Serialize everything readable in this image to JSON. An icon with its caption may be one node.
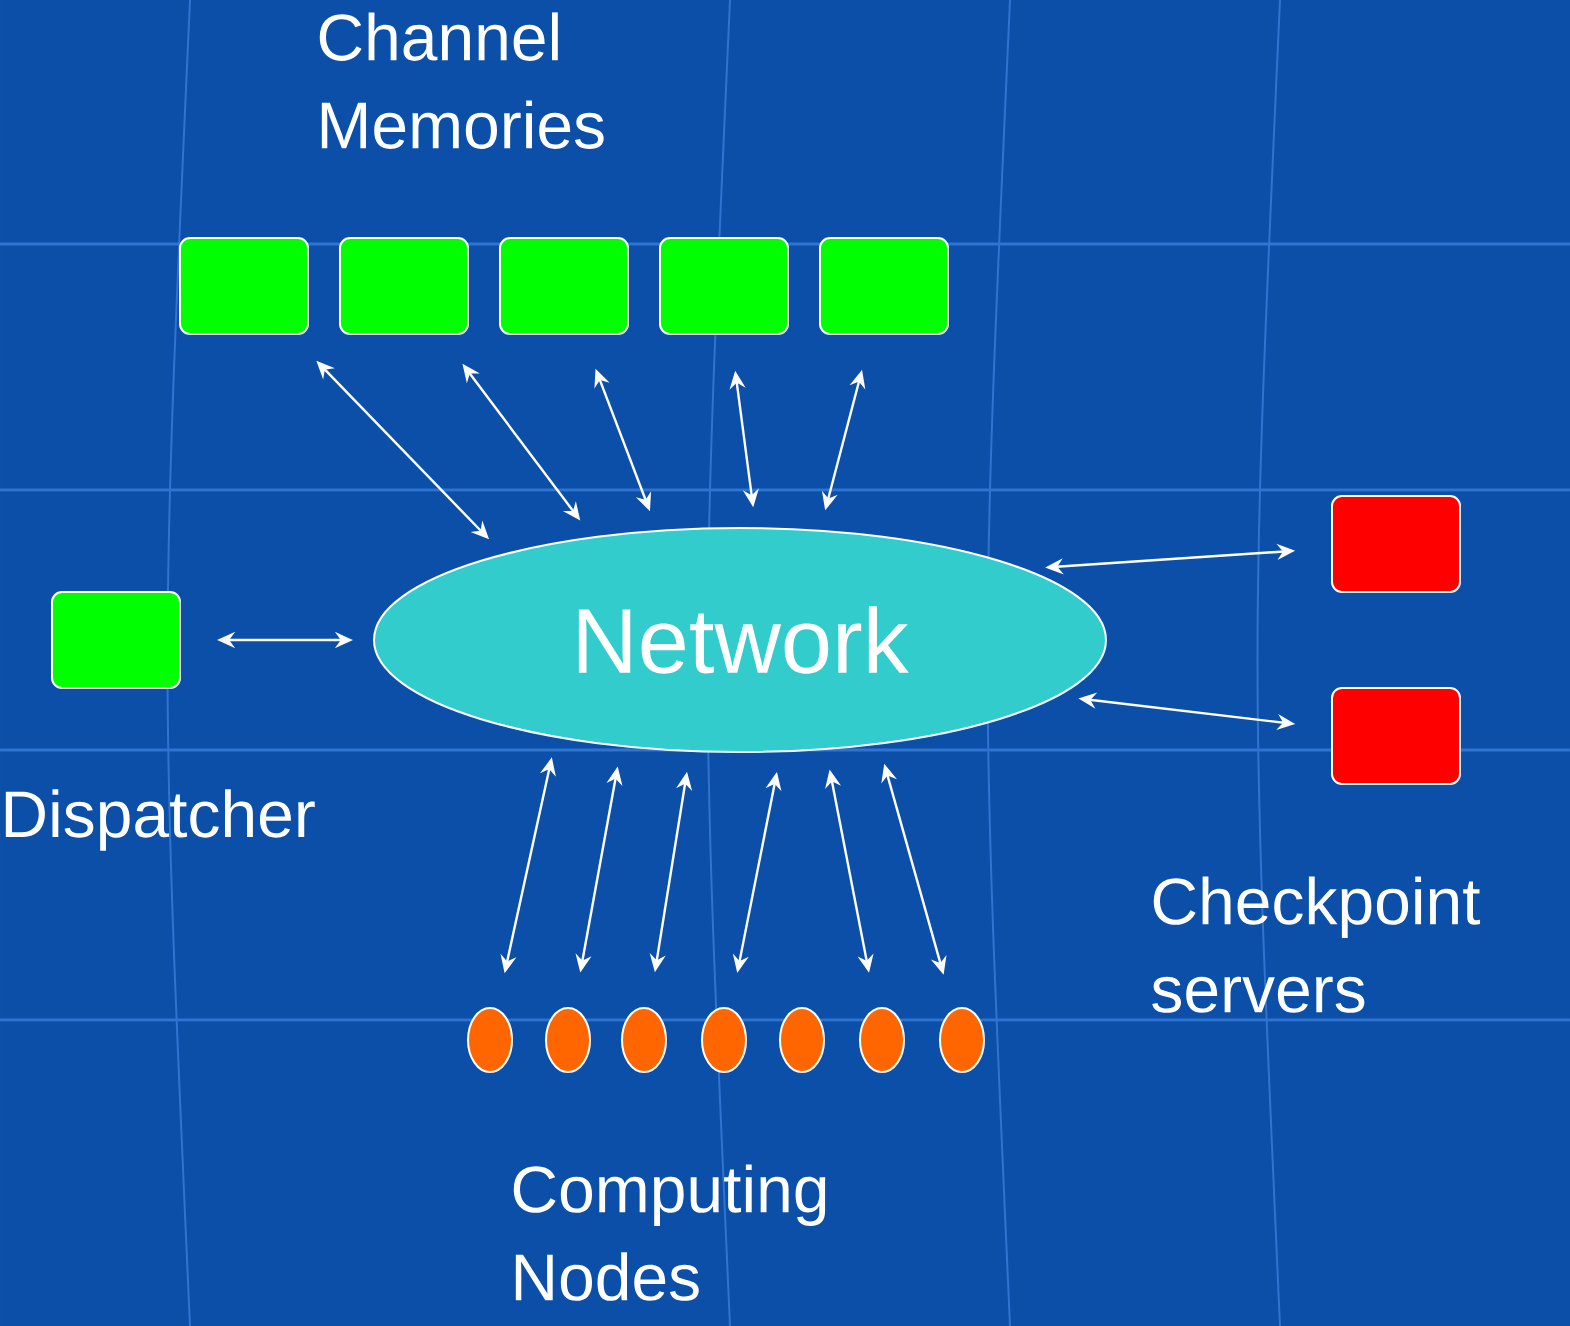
{
  "diagram": {
    "nodes": [
      {
        "text": [
          "Network"
        ]
      },
      {
        "text": [],
        "shape": "box"
      },
      {
        "text": [],
        "shape": "box"
      },
      {
        "text": [],
        "shape": "box"
      },
      {
        "text": [],
        "shape": "box"
      },
      {
        "text": [],
        "shape": "box"
      },
      {
        "text": [],
        "shape": "box",
        "beside": [
          "Dispatcher"
        ]
      },
      {
        "text": [],
        "shape": "box"
      },
      {
        "text": [],
        "shape": "box"
      },
      {
        "text": [],
        "shape": "circle"
      },
      {
        "text": [],
        "shape": "circle"
      },
      {
        "text": [],
        "shape": "circle"
      },
      {
        "text": [],
        "shape": "circle"
      },
      {
        "text": [],
        "shape": "circle"
      },
      {
        "text": [],
        "shape": "circle"
      },
      {
        "text": [],
        "shape": "circle"
      }
    ],
    "edges": [
      {
        "from": 1,
        "to": 0,
        "arrow": "both"
      },
      {
        "from": 2,
        "to": 0,
        "arrow": "both"
      },
      {
        "from": 3,
        "to": 0,
        "arrow": "both"
      },
      {
        "from": 4,
        "to": 0,
        "arrow": "both"
      },
      {
        "from": 5,
        "to": 0,
        "arrow": "both"
      },
      {
        "from": 6,
        "to": 0,
        "arrow": "both"
      },
      {
        "from": 7,
        "to": 0,
        "arrow": "both"
      },
      {
        "from": 8,
        "to": 0,
        "arrow": "both"
      },
      {
        "from": 9,
        "to": 0,
        "arrow": "both"
      },
      {
        "from": 10,
        "to": 0,
        "arrow": "both"
      },
      {
        "from": 11,
        "to": 0,
        "arrow": "both"
      },
      {
        "from": 12,
        "to": 0,
        "arrow": "both"
      },
      {
        "from": 14,
        "to": 0,
        "arrow": "both"
      },
      {
        "from": 15,
        "to": 0,
        "arrow": "both"
      }
    ],
    "labels": [
      "Channel Memories",
      "Checkpoint servers",
      "Computing Nodes"
    ]
  }
}
